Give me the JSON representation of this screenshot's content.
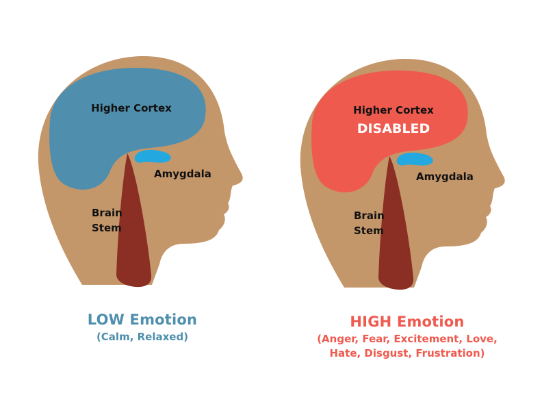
{
  "colors": {
    "skin": "#c4976a",
    "low_cortex": "#4f8fad",
    "high_cortex": "#ef5a4f",
    "amygdala": "#24a8e0",
    "brain_stem": "#8b2e24",
    "low_text": "#4f8fad",
    "high_text": "#ef5a4f",
    "label_text": "#111111"
  },
  "low": {
    "cortex_label": "Higher Cortex",
    "amygdala_label": "Amygdala",
    "brain_stem_label_1": "Brain",
    "brain_stem_label_2": "Stem",
    "title": "LOW Emotion",
    "subtitle": "(Calm, Relaxed)"
  },
  "high": {
    "cortex_label": "Higher Cortex",
    "disabled_label": "DISABLED",
    "amygdala_label": "Amygdala",
    "brain_stem_label_1": "Brain",
    "brain_stem_label_2": "Stem",
    "title": "HIGH Emotion",
    "subtitle_line_1": "(Anger, Fear, Excitement, Love,",
    "subtitle_line_2": "Hate, Disgust, Frustration)"
  }
}
